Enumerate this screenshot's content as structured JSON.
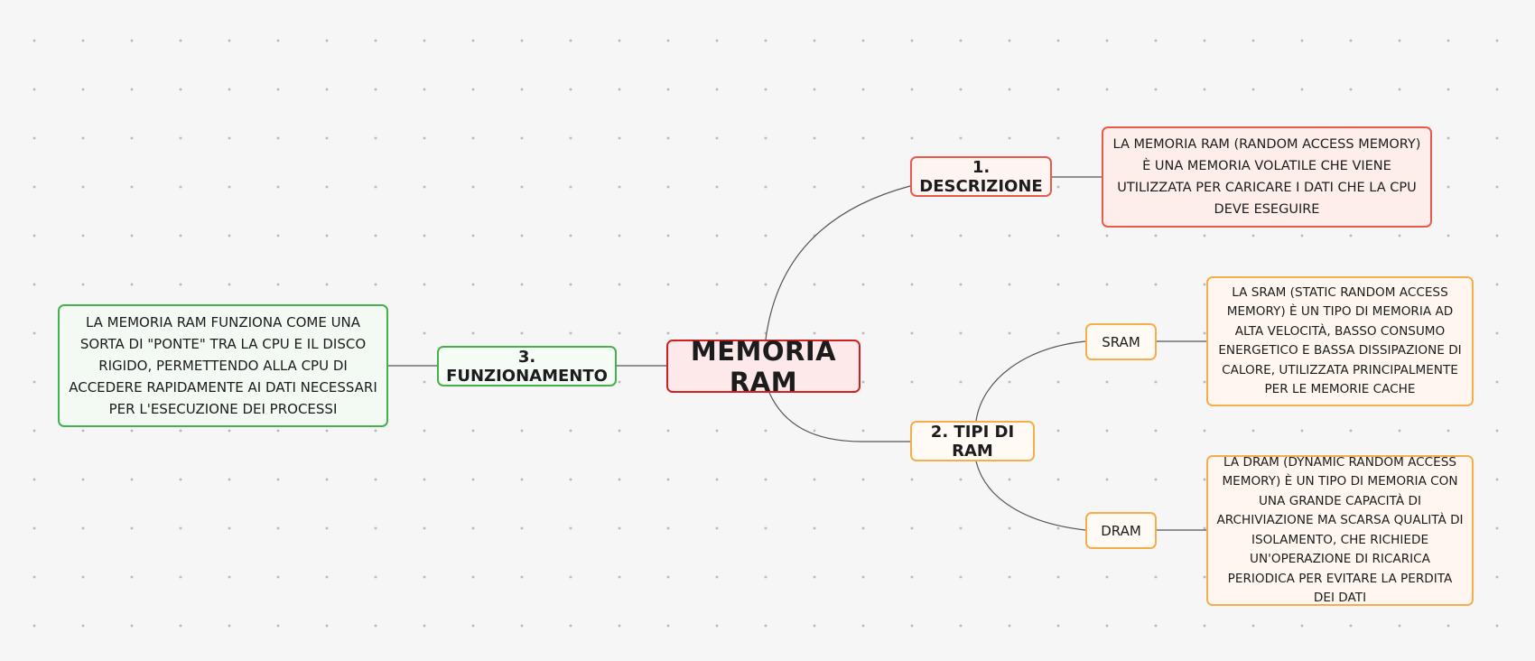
{
  "map": {
    "root": {
      "label": "MEMORIA RAM"
    },
    "descrizione": {
      "label": "1. DESCRIZIONE",
      "text": "LA MEMORIA RAM (RANDOM ACCESS MEMORY) È UNA MEMORIA VOLATILE CHE VIENE UTILIZZATA PER CARICARE I DATI CHE LA CPU DEVE ESEGUIRE"
    },
    "tipi": {
      "label": "2. TIPI DI RAM",
      "sram": {
        "label": "SRAM",
        "text": "LA SRAM (STATIC RANDOM ACCESS MEMORY) È UN TIPO DI MEMORIA AD ALTA VELOCITÀ, BASSO CONSUMO ENERGETICO E BASSA DISSIPAZIONE DI CALORE, UTILIZZATA PRINCIPALMENTE PER LE MEMORIE CACHE"
      },
      "dram": {
        "label": "DRAM",
        "text": "LA DRAM (DYNAMIC RANDOM ACCESS MEMORY) È UN TIPO DI MEMORIA CON UNA GRANDE CAPACITÀ DI ARCHIVIAZIONE MA SCARSA QUALITÀ DI ISOLAMENTO, CHE RICHIEDE UN'OPERAZIONE DI RICARICA PERIODICA PER EVITARE LA PERDITA DEI DATI"
      }
    },
    "funzionamento": {
      "label": "3. FUNZIONAMENTO",
      "text": "LA MEMORIA RAM FUNZIONA COME UNA SORTA DI \"PONTE\" TRA LA CPU E IL DISCO RIGIDO, PERMETTENDO ALLA CPU DI ACCEDERE RAPIDAMENTE AI DATI NECESSARI PER L'ESECUZIONE DEI PROCESSI"
    }
  },
  "colors": {
    "root_border": "#d21f1f",
    "descrizione_border": "#ea5a4c",
    "tipi_border": "#f6ad4c",
    "funzionamento_border": "#45b14b",
    "connector": "#555555"
  }
}
